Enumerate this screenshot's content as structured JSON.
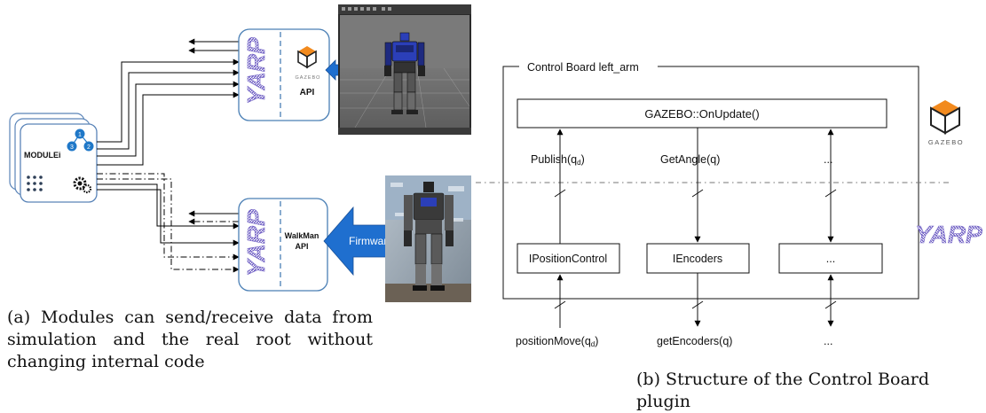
{
  "figure_a": {
    "module_label": "MODULEi",
    "module_badges": [
      "1",
      "2",
      "3"
    ],
    "gazebo_logo_text": "GAZEBO",
    "gazebo_api_label": "API",
    "walkman_api_line1": "WalkMan",
    "walkman_api_line2": "API",
    "firmware_label": "Firmware",
    "yarp_logo_text": "YARP",
    "caption_label": "(a)",
    "caption": "Modules can send/receive data from simulation and the real root without changing internal code"
  },
  "figure_b": {
    "control_board_title": "Control Board left_arm",
    "update_box": "GAZEBO::OnUpdate()",
    "upper_labels": {
      "publish_prefix": "Publish(q",
      "publish_sub": "d",
      "publish_suffix": ")",
      "get_angle": "GetAngle(q)",
      "dots": "..."
    },
    "interfaces": [
      "IPositionControl",
      "IEncoders",
      "..."
    ],
    "lower_labels": {
      "position_prefix": "positionMove(q",
      "position_sub": "d",
      "position_suffix": ")",
      "get_encoders": "getEncoders(q)",
      "dots": "..."
    },
    "gazebo_logo_text": "GAZEBO",
    "yarp_logo_text": "YARP",
    "caption_label": "(b)",
    "caption": "Structure of the Control Board plugin"
  },
  "colors": {
    "gazebo_orange": "#f28a1e",
    "badge_blue": "#1f78c8",
    "arrow_blue": "#1f6fcf",
    "yarp_purple": "#6f5fc4",
    "api_box_border": "#4a7fb5"
  }
}
